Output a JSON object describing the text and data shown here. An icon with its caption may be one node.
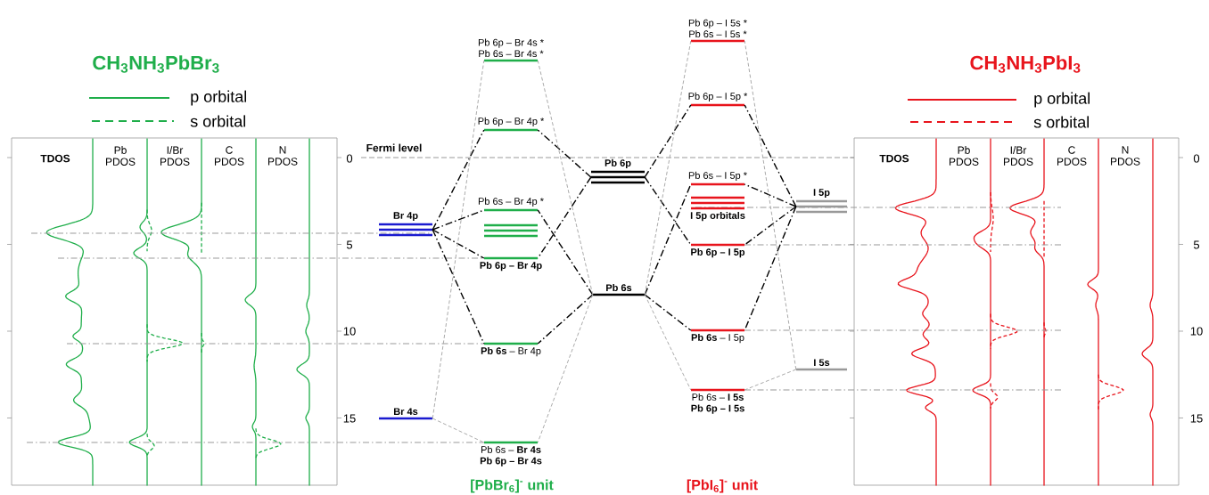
{
  "diagram": {
    "nodes": [
      {
        "text": [
          "Br 4p"
        ]
      },
      {
        "text": [
          "Br 4s"
        ]
      },
      {
        "text": [
          "Pb 6p – Br 4s *",
          "Pb 6s – Br 4s *"
        ]
      },
      {
        "text": [
          "Pb 6p – Br 4p *"
        ]
      },
      {
        "text": [
          "Pb 6s – Br 4p *"
        ]
      },
      {
        "text": [],
        "shape": "bar"
      },
      {
        "text": [
          "Pb 6p – Br 4p"
        ]
      },
      {
        "text": [
          "**Pb 6s** – Br 4p"
        ]
      },
      {
        "text": [
          "Pb 6s – **Br 4s**",
          "Pb 6p – Br 4s"
        ]
      },
      {
        "text": [
          "Pb 6p"
        ]
      },
      {
        "text": [
          "Pb 6s"
        ]
      },
      {
        "text": [
          "Pb 6p – I 5s *",
          "Pb 6s – I 5s *"
        ]
      },
      {
        "text": [
          "Pb 6p – I 5p *"
        ]
      },
      {
        "text": [
          "Pb 6s – I 5p *"
        ]
      },
      {
        "text": [
          "I 5p orbitals"
        ]
      },
      {
        "text": [
          "Pb 6p – I 5p"
        ]
      },
      {
        "text": [
          "**Pb 6s** – I 5p"
        ]
      },
      {
        "text": [
          "Pb 6s – **I 5s**",
          "Pb 6p – I 5s"
        ]
      },
      {
        "text": [
          "I 5p"
        ]
      },
      {
        "text": [
          "I 5s"
        ]
      }
    ],
    "edges": [
      {
        "from": 0,
        "to": 3,
        "arrow": "none"
      },
      {
        "from": 0,
        "to": 4,
        "arrow": "none"
      },
      {
        "from": 0,
        "to": 6,
        "arrow": "none"
      },
      {
        "from": 0,
        "to": 7,
        "arrow": "none"
      },
      {
        "from": 9,
        "to": 3,
        "arrow": "none"
      },
      {
        "from": 9,
        "to": 6,
        "arrow": "none"
      },
      {
        "from": 10,
        "to": 4,
        "arrow": "none"
      },
      {
        "from": 10,
        "to": 7,
        "arrow": "none"
      },
      {
        "from": 1,
        "to": 2,
        "arrow": "none",
        "style": "dashed",
        "color": "#aaaaaa"
      },
      {
        "from": 1,
        "to": 8,
        "arrow": "none",
        "style": "dashed",
        "color": "#aaaaaa"
      },
      {
        "from": 10,
        "to": 2,
        "arrow": "none",
        "style": "dashed",
        "color": "#aaaaaa"
      },
      {
        "from": 10,
        "to": 8,
        "arrow": "none",
        "style": "dashed",
        "color": "#aaaaaa"
      },
      {
        "from": 9,
        "to": 12,
        "arrow": "none"
      },
      {
        "from": 9,
        "to": 15,
        "arrow": "none"
      },
      {
        "from": 10,
        "to": 13,
        "arrow": "none"
      },
      {
        "from": 10,
        "to": 16,
        "arrow": "none"
      },
      {
        "from": 18,
        "to": 12,
        "arrow": "none"
      },
      {
        "from": 18,
        "to": 13,
        "arrow": "none"
      },
      {
        "from": 18,
        "to": 15,
        "arrow": "none"
      },
      {
        "from": 18,
        "to": 16,
        "arrow": "none"
      },
      {
        "from": 10,
        "to": 11,
        "arrow": "none",
        "style": "dashed",
        "color": "#aaaaaa"
      },
      {
        "from": 10,
        "to": 17,
        "arrow": "none",
        "style": "dashed",
        "color": "#aaaaaa"
      },
      {
        "from": 19,
        "to": 11,
        "arrow": "none",
        "style": "dashed",
        "color": "#aaaaaa"
      },
      {
        "from": 19,
        "to": 17,
        "arrow": "none",
        "style": "dashed",
        "color": "#aaaaaa"
      }
    ],
    "labels": [
      "CH$_{3}$NH$_{3}$PbBr$_{3}$",
      "CH$_{3}$NH$_{3}$PbI$_{3}$",
      "TDOS",
      "Pb PDOS",
      "I/Br PDOS",
      "C PDOS",
      "N PDOS",
      "Fermi level",
      "0",
      "5",
      "10",
      "15",
      "TDOS",
      "Pb PDOS",
      "I/Br PDOS",
      "C PDOS",
      "N PDOS",
      "0",
      "5",
      "10",
      "15",
      "[PbBr$_{6}$]$^{-}$ unit",
      "[PbI$_{6}$]$^{-}$ unit"
    ],
    "legend": [
      {
        "text": "p orbital"
      },
      {
        "text": "s orbital"
      },
      {
        "text": "p orbital"
      },
      {
        "text": "s orbital"
      }
    ]
  }
}
